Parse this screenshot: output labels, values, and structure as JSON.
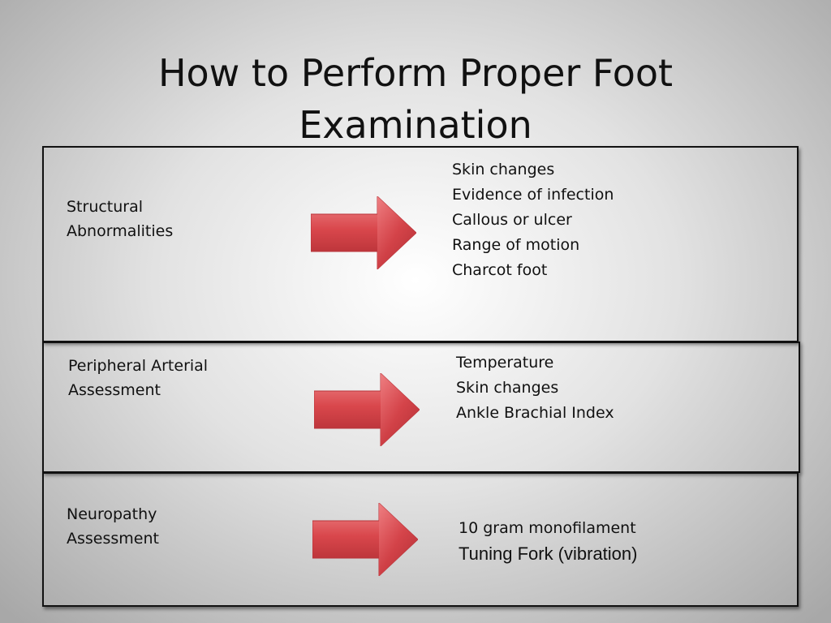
{
  "slide": {
    "title_line1": "How to Perform Proper Foot",
    "title_line2": "Examination"
  },
  "rows": [
    {
      "label_line1": "Structural",
      "label_line2": "Abnormalities",
      "items": [
        "Skin changes",
        "Evidence of infection",
        "Callous or ulcer",
        "Range of motion",
        "Charcot foot"
      ]
    },
    {
      "label_line1": "Peripheral Arterial",
      "label_line2": "Assessment",
      "items": [
        "Temperature",
        "Skin changes",
        "Ankle Brachial Index"
      ]
    },
    {
      "label_line1": "Neuropathy",
      "label_line2": "Assessment",
      "items": [
        "10 gram monofilament",
        "Tuning Fork (vibration)"
      ]
    }
  ],
  "icons": {
    "arrow": "right-arrow-icon"
  },
  "colors": {
    "arrow_fill": "#d9474c",
    "arrow_edge": "#b8343a",
    "border": "#111111"
  }
}
